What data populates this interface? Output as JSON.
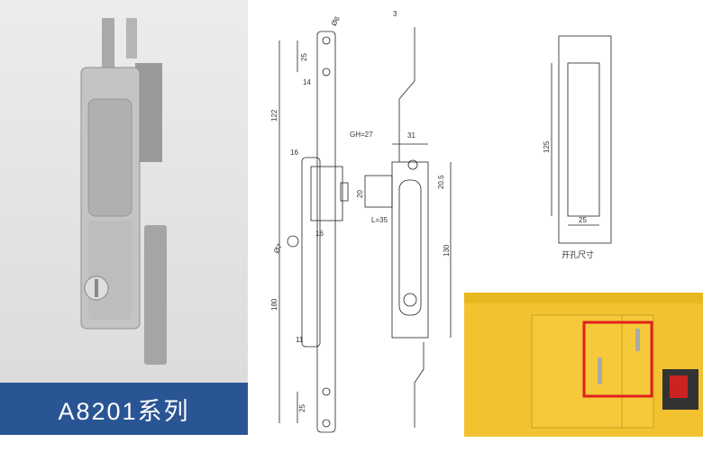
{
  "product": {
    "series_label": "A8201系列"
  },
  "drawing": {
    "dims": {
      "hole_dia": "Ø6",
      "top_width": "3",
      "hole_spacing_top": "25",
      "width_14": "14",
      "length_122": "122",
      "gh": "GH=27",
      "width_31": "31",
      "width_16": "16",
      "height_20": "20",
      "height_20_5": "20.5",
      "l": "L=35",
      "small_16": "16",
      "dia_7": "Ø7",
      "height_130": "130",
      "length_180": "180",
      "width_11": "11",
      "hole_spacing_bottom": "25"
    }
  },
  "cutout": {
    "height": "125",
    "width": "25",
    "caption": "开孔尺寸"
  },
  "colors": {
    "banner": "#2a5594",
    "cabinet": "#f2c230",
    "highlight": "#e02020"
  }
}
